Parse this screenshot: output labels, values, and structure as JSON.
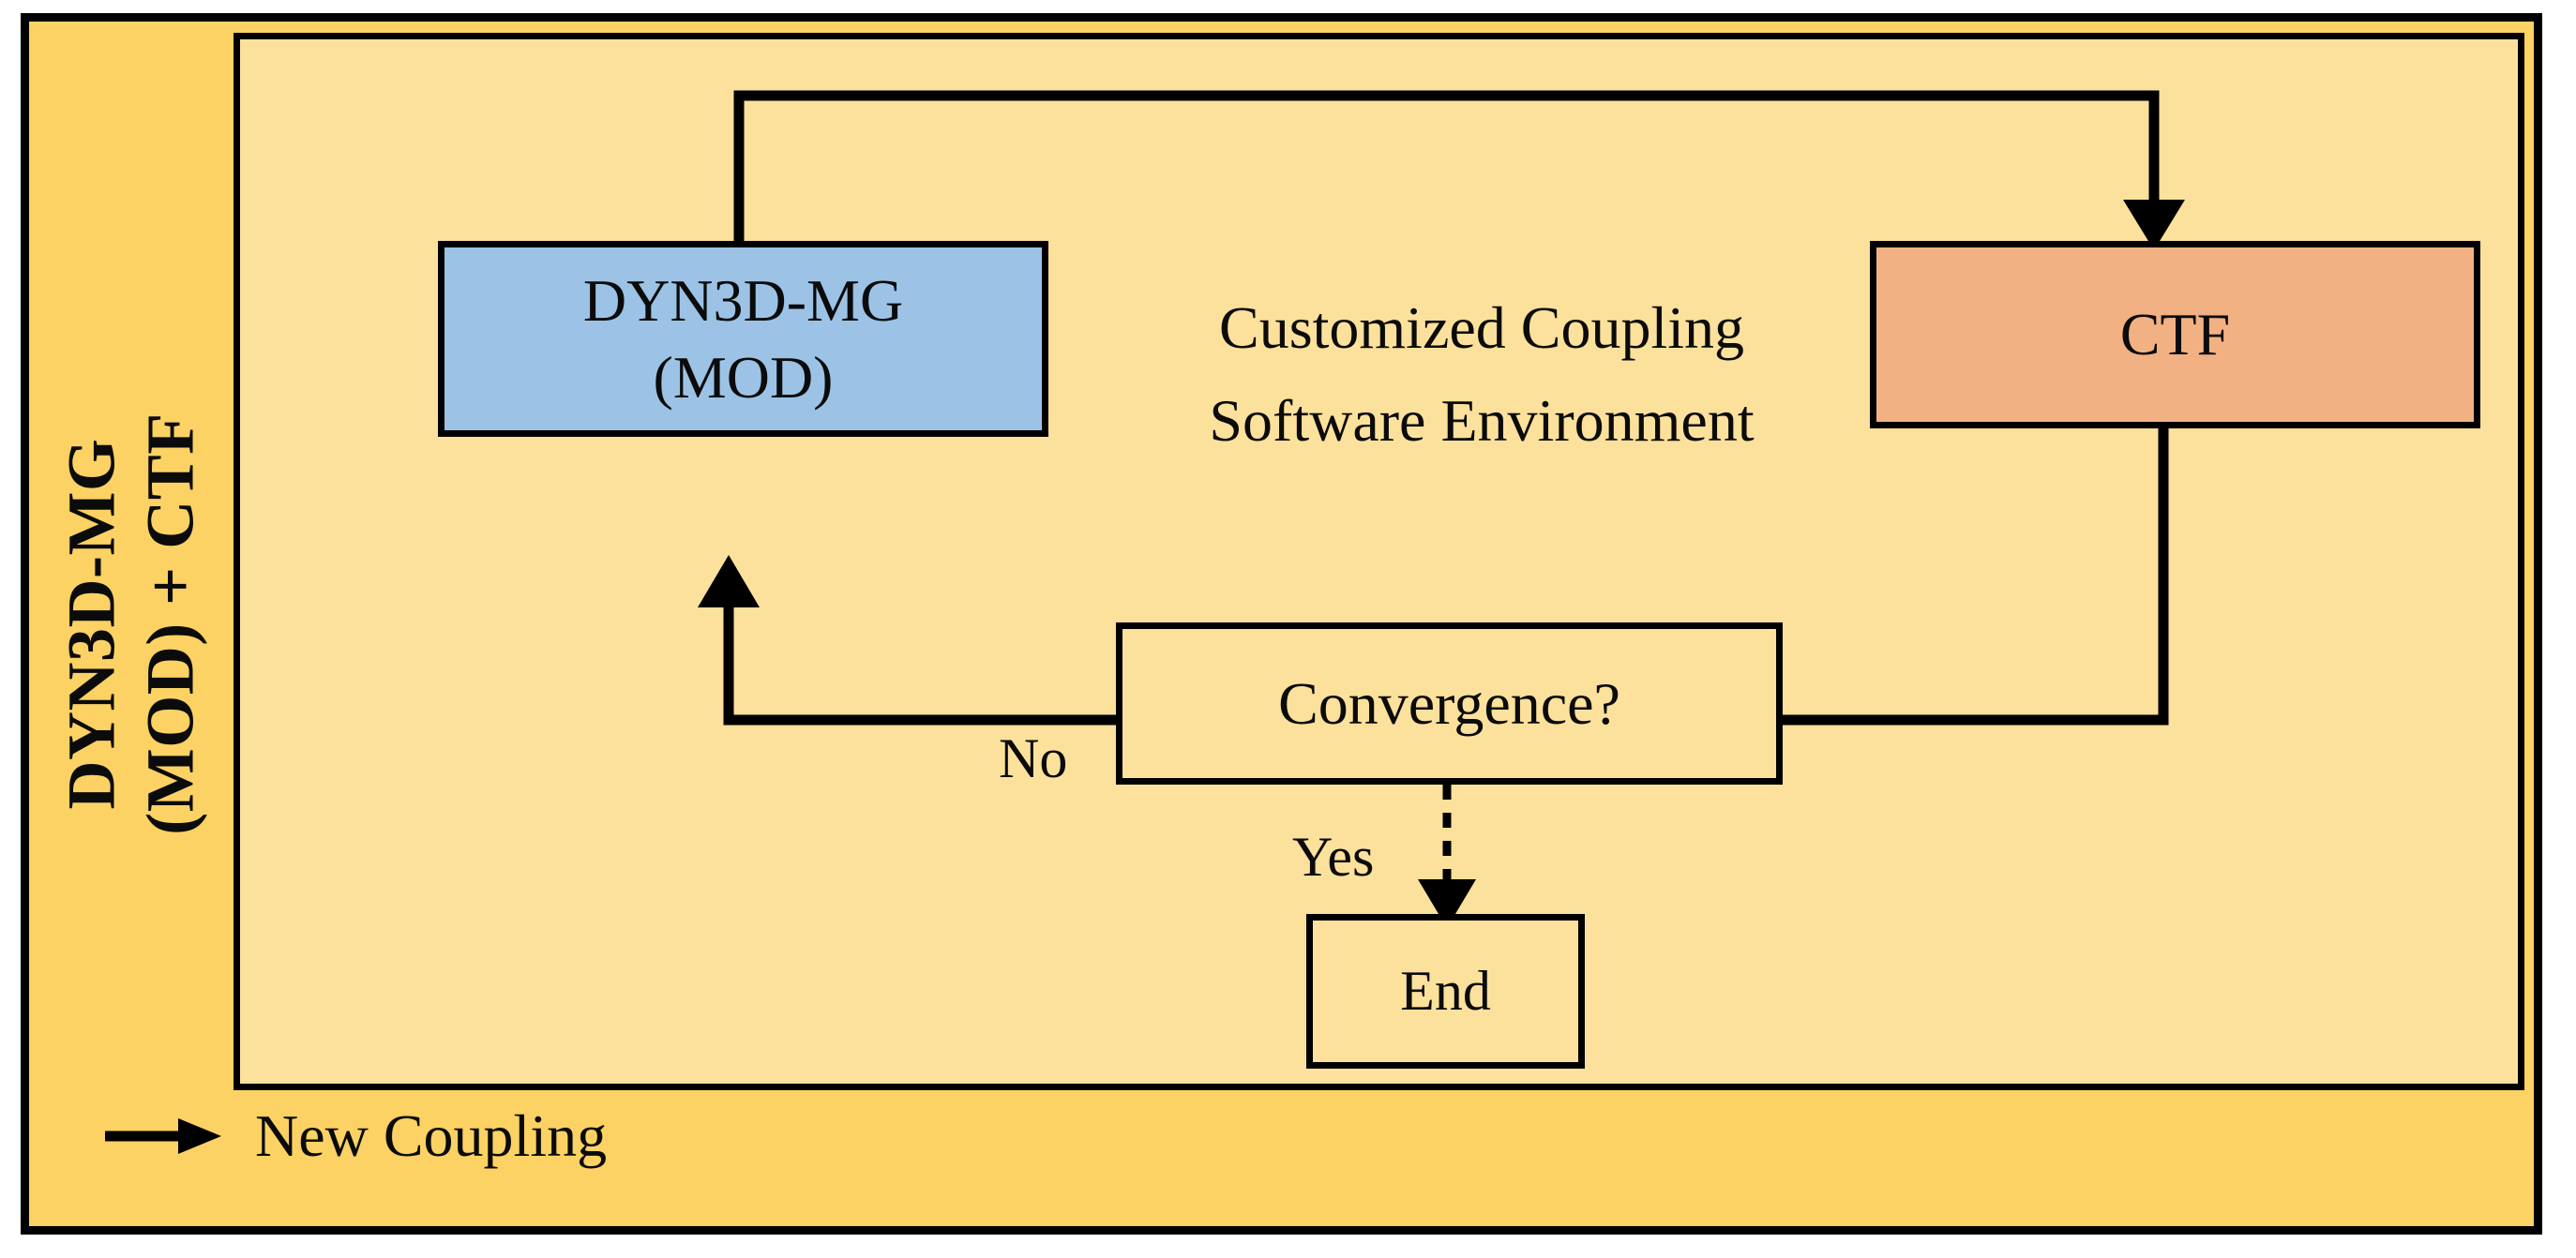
{
  "diagram": {
    "title_side": {
      "line1": "DYN3D-MG",
      "line2": "(MOD) + CTF"
    },
    "environment_caption": {
      "line1": "Customized Coupling",
      "line2": "Software Environment"
    },
    "nodes": {
      "dyn3d": {
        "line1": "DYN3D-MG",
        "line2": "(MOD)",
        "fill": "#9CC3E5"
      },
      "ctf": {
        "label": "CTF",
        "fill": "#F2B183"
      },
      "convergence": {
        "label": "Convergence?",
        "fill": "#FCE19C"
      },
      "end": {
        "label": "End",
        "fill": "#FCE19C"
      }
    },
    "edge_labels": {
      "no": "No",
      "yes": "Yes"
    },
    "legend": {
      "arrow_icon": "right-arrow-icon",
      "label": "New Coupling"
    },
    "colors": {
      "outer_band": "#FBD263",
      "inner_panel": "#FCE19C",
      "stroke": "#000000",
      "blue_node": "#9CC3E5",
      "orange_node": "#F2B183"
    }
  }
}
